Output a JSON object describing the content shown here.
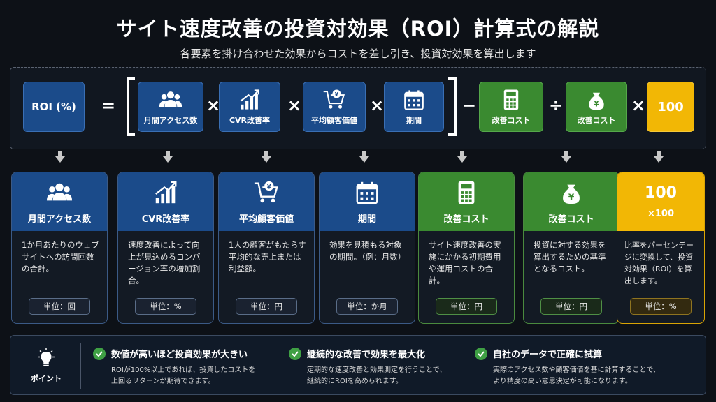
{
  "title": "サイト速度改善の投資対効果（ROI）計算式の解説",
  "subtitle": "各要素を掛け合わせた効果からコストを差し引き、投資対効果を算出します",
  "formula": {
    "roi": "ROI (%)",
    "eq": "=",
    "times": "×",
    "minus": "−",
    "divide": "÷",
    "items": [
      {
        "label": "月間アクセス数",
        "icon": "users-icon"
      },
      {
        "label": "CVR改善率",
        "icon": "bar-chart-icon"
      },
      {
        "label": "平均顧客価値",
        "icon": "cart-yen-icon"
      },
      {
        "label": "期間",
        "icon": "calendar-icon"
      },
      {
        "label": "改善コスト",
        "icon": "calculator-icon"
      },
      {
        "label": "改善コスト",
        "icon": "money-bag-icon"
      },
      {
        "label": "100",
        "icon": ""
      }
    ]
  },
  "cards": [
    {
      "title": "月間アクセス数",
      "desc": "1か月あたりのウェブサイトへの訪問回数の合計。",
      "unit": "単位：回",
      "color": "#1b4b8a"
    },
    {
      "title": "CVR改善率",
      "desc": "速度改善によって向上が見込めるコンバージョン率の増加割合。",
      "unit": "単位：%",
      "color": "#1b4b8a"
    },
    {
      "title": "平均顧客価値",
      "desc": "1人の顧客がもたらす平均的な売上または利益額。",
      "unit": "単位：円",
      "color": "#1b4b8a"
    },
    {
      "title": "期間",
      "desc": "効果を見積もる対象の期間。（例：月数）",
      "unit": "単位：か月",
      "color": "#1b4b8a"
    },
    {
      "title": "改善コスト",
      "desc": "サイト速度改善の実施にかかる初期費用や運用コストの合計。",
      "unit": "単位：円",
      "color": "#3a8a30"
    },
    {
      "title": "改善コスト",
      "desc": "投資に対する効果を算出するための基準となるコスト。",
      "unit": "単位：円",
      "color": "#3a8a30"
    },
    {
      "title": "100",
      "subtitle": "×100",
      "desc": "比率をパーセンテージに変換して、投資対効果（ROI）を算出します。",
      "unit": "単位：%",
      "color": "#f2b705"
    }
  ],
  "points": {
    "label": "ポイント",
    "items": [
      {
        "title": "数値が高いほど投資効果が大きい",
        "desc1": "ROIが100%以上であれば、投資したコストを",
        "desc2": "上回るリターンが期待できます。"
      },
      {
        "title": "継続的な改善で効果を最大化",
        "desc1": "定期的な速度改善と効果測定を行うことで、",
        "desc2": "継続的にROIを高められます。"
      },
      {
        "title": "自社のデータで正確に試算",
        "desc1": "実際のアクセス数や顧客価値を基に計算することで、",
        "desc2": "より精度の高い意思決定が可能になります。"
      }
    ]
  }
}
